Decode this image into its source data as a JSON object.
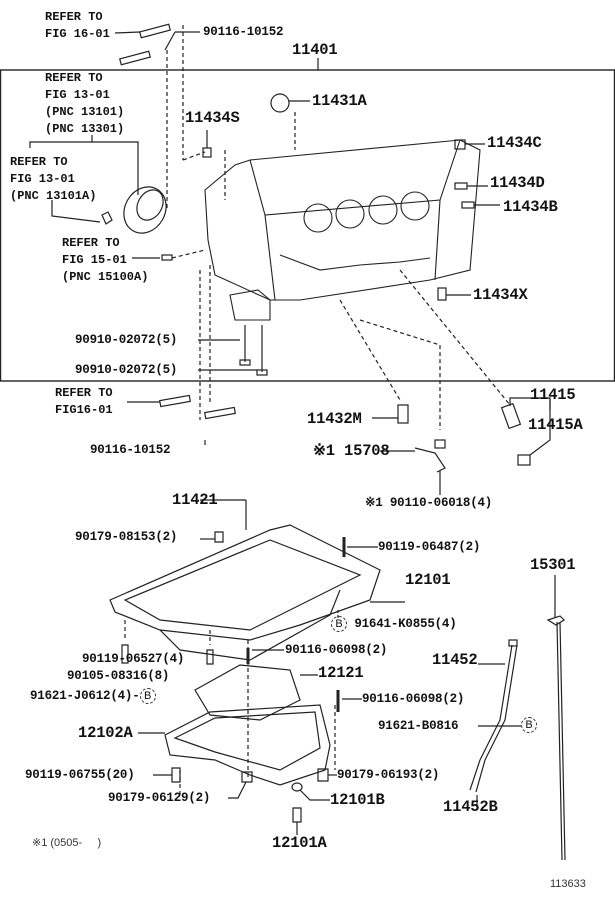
{
  "refs": {
    "r1": [
      "REFER TO",
      "FIG 16-01"
    ],
    "r2": [
      "REFER TO",
      "FIG 13-01",
      "(PNC 13101)",
      "(PNC 13301)"
    ],
    "r3": [
      "REFER TO",
      "FIG 13-01",
      "(PNC 13101A)"
    ],
    "r4": [
      "REFER TO",
      "FIG 15-01",
      "(PNC 15100A)"
    ],
    "r5": [
      "REFER TO",
      "FIG16-01"
    ]
  },
  "parts": {
    "p90116_10152a": "90116-10152",
    "p11401": "11401",
    "p11431A": "11431A",
    "p11434S": "11434S",
    "p11434C": "11434C",
    "p11434D": "11434D",
    "p11434B": "11434B",
    "p11434X": "11434X",
    "p90910a": "90910-02072(5)",
    "p90910b": "90910-02072(5)",
    "p90116_10152b": "90116-10152",
    "p11432M": "11432M",
    "p11415": "11415",
    "p11415A": "11415A",
    "p15708": "※1 15708",
    "p90110": "※1 90110-06018(4)",
    "p11421": "11421",
    "p90179_08153": "90179-08153(2)",
    "p90119_06487": "90119-06487(2)",
    "p12101": "12101",
    "p15301": "15301",
    "p91641": "91641-K0855(4)",
    "p11452": "11452",
    "p90119_06527": "90119-06527(4)",
    "p90105": "90105-08316(8)",
    "p90116_06098a": "90116-06098(2)",
    "p12121": "12121",
    "p91621_J0612": "91621-J0612(4)",
    "p90116_06098b": "90116-06098(2)",
    "p91621_B0816": "91621-B0816",
    "p12102A": "12102A",
    "p90119_06755": "90119-06755(20)",
    "p90179_06193": "90179-06193(2)",
    "p90179_06129": "90179-06129(2)",
    "p12101B": "12101B",
    "p11452B": "11452B",
    "p12101A": "12101A"
  },
  "callout_B": "B",
  "footnote": "※1 (0505-     )",
  "diagram_id": "113633"
}
